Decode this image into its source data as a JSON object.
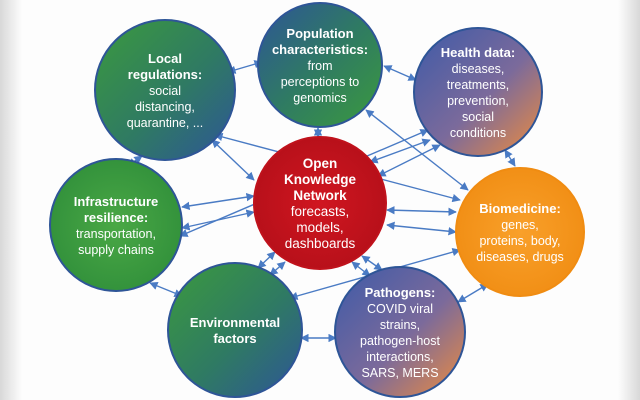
{
  "center": {
    "lines_bold": [
      "Open",
      "Knowledge",
      "Network"
    ],
    "lines": [
      "forecasts,",
      "models,",
      "dashboards"
    ]
  },
  "nodes": [
    {
      "id": "local-regulations",
      "title": [
        "Local",
        "regulations:"
      ],
      "text": [
        "social",
        "distancing,",
        "quarantine, ..."
      ]
    },
    {
      "id": "population-characteristics",
      "title": [
        "Population",
        "characteristics:"
      ],
      "text": [
        "from",
        "perceptions to",
        "genomics"
      ]
    },
    {
      "id": "health-data",
      "title": [
        "Health data:"
      ],
      "text": [
        "diseases,",
        "treatments,",
        "prevention,",
        "social",
        "conditions"
      ]
    },
    {
      "id": "infrastructure-resilience",
      "title": [
        "Infrastructure",
        "resilience:"
      ],
      "text": [
        "transportation,",
        "supply chains"
      ]
    },
    {
      "id": "biomedicine",
      "title": [
        "Biomedicine:"
      ],
      "text": [
        "genes,",
        "proteins, body,",
        "diseases, drugs"
      ]
    },
    {
      "id": "environmental-factors",
      "title": [
        "Environmental",
        "factors"
      ],
      "text": []
    },
    {
      "id": "pathogens",
      "title": [
        "Pathogens:"
      ],
      "text": [
        "COVID viral",
        "strains,",
        "pathogen-host",
        "interactions,",
        "SARS, MERS"
      ]
    }
  ],
  "colors": {
    "center": "#c0121c",
    "arrow": "#4a7bc4",
    "node_outline": "#2e5597",
    "orange": "#f7961c"
  }
}
